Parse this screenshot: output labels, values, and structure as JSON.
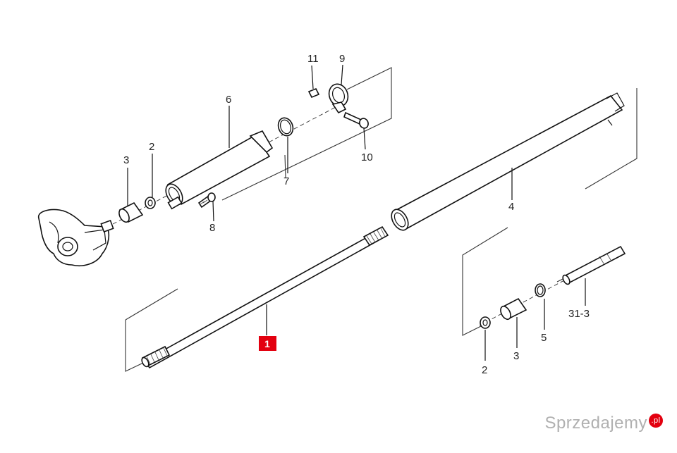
{
  "diagram": {
    "callouts": {
      "c11": "11",
      "c9": "9",
      "c6": "6",
      "c10": "10",
      "c7": "7",
      "c3a": "3",
      "c2a": "2",
      "c8": "8",
      "c4": "4",
      "c1": "1",
      "c2b": "2",
      "c3b": "3",
      "c5": "5",
      "c31": "31-3"
    },
    "highlight_color": "#e3000f"
  },
  "watermark": {
    "text": "Sprzedajemy",
    "badge": ".pl"
  }
}
